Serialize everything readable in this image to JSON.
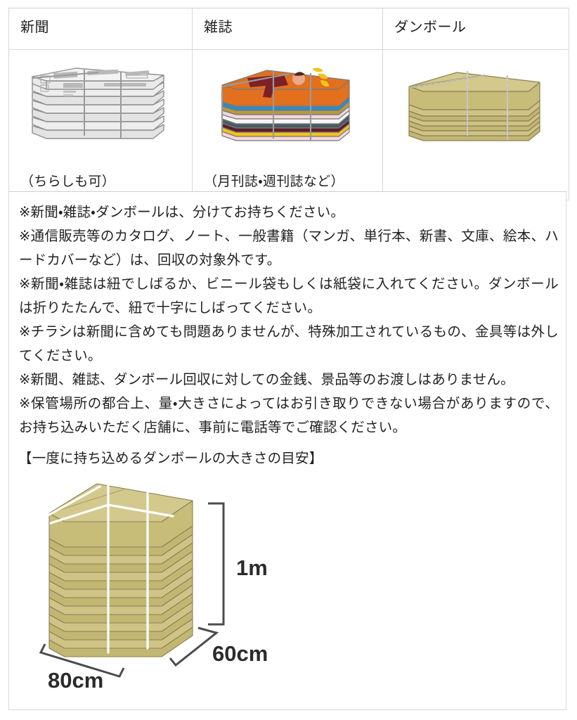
{
  "table": {
    "headers": [
      {
        "label": "新聞",
        "icon": "newspaper-bundle-icon"
      },
      {
        "label": "雑誌",
        "icon": "magazine-bundle-icon"
      },
      {
        "label": "ダンボール",
        "icon": "cardboard-bundle-icon"
      }
    ],
    "captions": [
      "（ちらしも可）",
      "（月刊誌・週刊誌など）",
      ""
    ]
  },
  "notes": [
    "※新聞・雑誌・ダンボールは、分けてお持ちください。",
    "※通信販売等のカタログ、ノート、一般書籍（マンガ、単行本、新書、文庫、絵本、ハードカバーなど）は、回収の対象外です。",
    "※新聞・雑誌は紐でしばるか、ビニール袋もしくは紙袋に入れてください。ダンボールは折りたたんで、紐で十字にしばってください。",
    "※チラシは新聞に含めても問題ありませんが、特殊加工されているもの、金具等は外してください。",
    "※新聞、雑誌、ダンボール回収に対しての金銭、景品等のお渡しはありません。",
    "※保管場所の都合上、量・大きさによってはお引き取りできない場合がありますので、お持ち込みいただく店舗に、事前に電話等でご確認ください。"
  ],
  "size_section": {
    "heading": "【一度に持ち込めるダンボールの大きさの目安】",
    "dimensions": {
      "height": "1m",
      "depth": "60cm",
      "width": "80cm"
    }
  },
  "colors": {
    "cardboard_top": "#cfc486",
    "cardboard_side": "#c2b673",
    "cardboard_edge": "#a59a5c",
    "paper_light": "#efefef",
    "paper_mid": "#d8d8d8",
    "paper_dark": "#b9b9b9",
    "magazine_orange": "#e2701f",
    "magazine_dark_red": "#7d2028",
    "magazine_blue": "#2f8bc8",
    "magazine_olive": "#b79a3f",
    "magazine_pink": "#f3d7df",
    "magazine_slate": "#4a5a63",
    "magazine_yellow": "#f0c419",
    "border": "#d8d8d8",
    "text": "#222222",
    "rule": "#4c4c4c"
  }
}
